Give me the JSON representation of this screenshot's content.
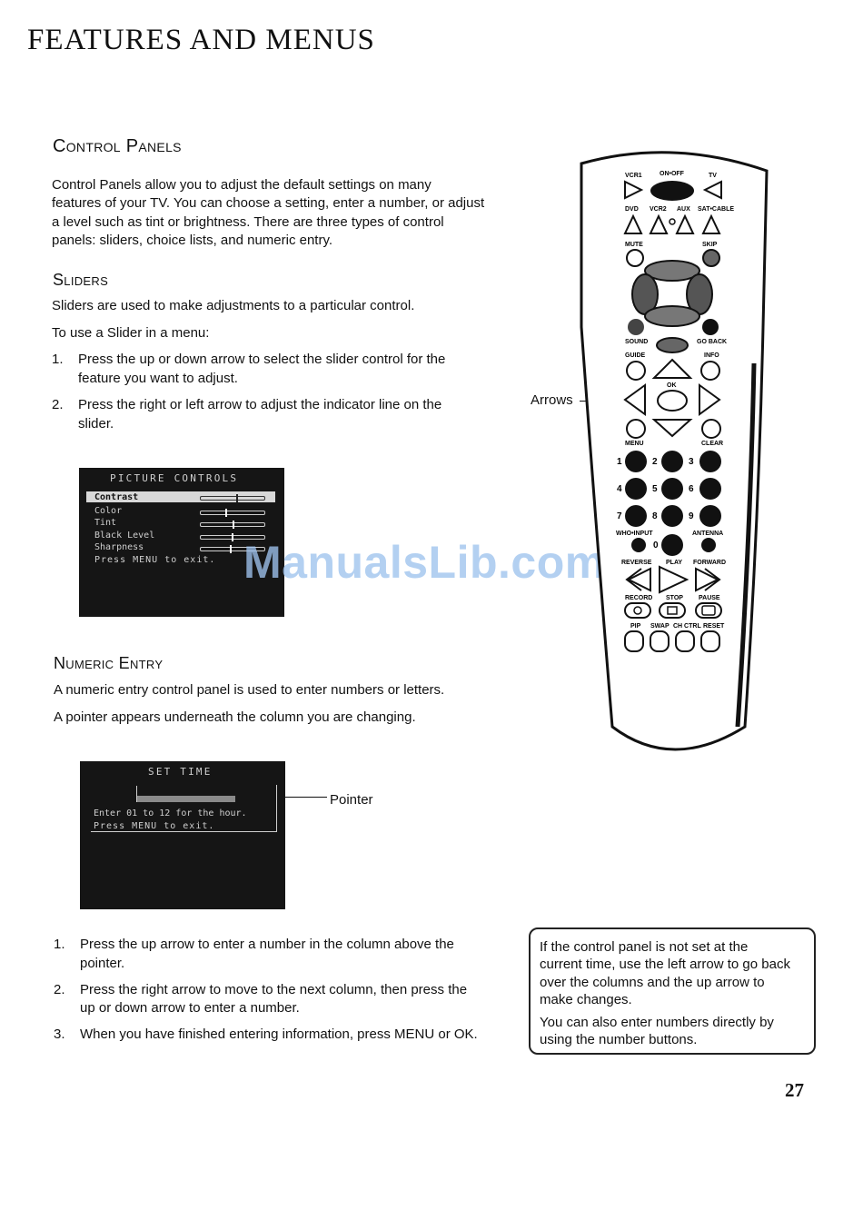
{
  "page": {
    "title": "FEATURES AND MENUS",
    "page_number": "27",
    "watermark": "ManualsLib.com"
  },
  "control_panels": {
    "heading": "Control Panels",
    "intro": [
      "Control Panels allow you to adjust the default settings on many",
      "features of your TV. You can choose a setting, enter a number, or adjust",
      "a level such as tint or brightness. There are three types of control",
      "panels: sliders, choice lists, and numeric entry."
    ]
  },
  "sliders": {
    "heading": "Sliders",
    "desc": "Sliders are used to make adjustments to a particular control.",
    "use_intro": "To use a Slider in a menu:",
    "steps": [
      {
        "num": "1.",
        "lines": [
          "Press the up or down arrow to select the slider control for the",
          "feature you want to adjust."
        ]
      },
      {
        "num": "2.",
        "lines": [
          "Press the right or left arrow to adjust the indicator line on the",
          "slider."
        ]
      }
    ]
  },
  "picture_controls": {
    "title": "PICTURE CONTROLS",
    "items": [
      {
        "label": "Contrast",
        "level": 0.55
      },
      {
        "label": "Color",
        "level": 0.38
      },
      {
        "label": "Tint",
        "level": 0.5
      },
      {
        "label": "Black Level",
        "level": 0.48
      },
      {
        "label": "Sharpness",
        "level": 0.45
      }
    ],
    "exit_text": "Press MENU to exit."
  },
  "numeric_entry": {
    "heading": "Numeric Entry",
    "desc1": "A numeric entry control panel is used to enter numbers or letters.",
    "desc2": "A pointer appears underneath the column you are changing.",
    "steps": [
      {
        "num": "1.",
        "lines": [
          "Press the up arrow to enter a number in the column above the",
          "pointer."
        ]
      },
      {
        "num": "2.",
        "lines": [
          "Press the right arrow to move to the next column, then press the",
          "up or down arrow to enter a number."
        ]
      },
      {
        "num": "3.",
        "lines": [
          "When you have finished entering information, press MENU or OK."
        ]
      }
    ]
  },
  "set_time": {
    "title": "SET TIME",
    "line1": "Enter 01 to 12 for the hour.",
    "line2": "Press MENU to exit.",
    "pointer_label": "Pointer"
  },
  "remote": {
    "arrows_label": "Arrows",
    "labels": {
      "vcr1": "VCR1",
      "onoff": "ON•OFF",
      "tv": "TV",
      "dvd": "DVD",
      "vcr2": "VCR2",
      "aux": "AUX",
      "satcable": "SAT•CABLE",
      "mute": "MUTE",
      "skip": "SKIP",
      "sound": "SOUND",
      "goback": "GO BACK",
      "guide": "GUIDE",
      "info": "INFO",
      "ok": "OK",
      "menu": "MENU",
      "clear": "CLEAR",
      "whoinput": "WHO•INPUT",
      "antenna": "ANTENNA",
      "reverse": "REVERSE",
      "play": "PLAY",
      "forward": "FORWARD",
      "record": "RECORD",
      "stop": "STOP",
      "pause": "PAUSE",
      "pip": "PIP",
      "swap": "SWAP",
      "chctrl": "CH CTRL",
      "reset": "RESET"
    },
    "digits": [
      "1",
      "2",
      "3",
      "4",
      "5",
      "6",
      "7",
      "8",
      "9",
      "0"
    ]
  },
  "tip": {
    "lines1": [
      "If the control panel is not set at the",
      "current time, use the left arrow to go back",
      "over the columns and the up arrow to",
      "make changes."
    ],
    "lines2": [
      "You can also enter numbers directly by",
      "using the number buttons."
    ]
  }
}
